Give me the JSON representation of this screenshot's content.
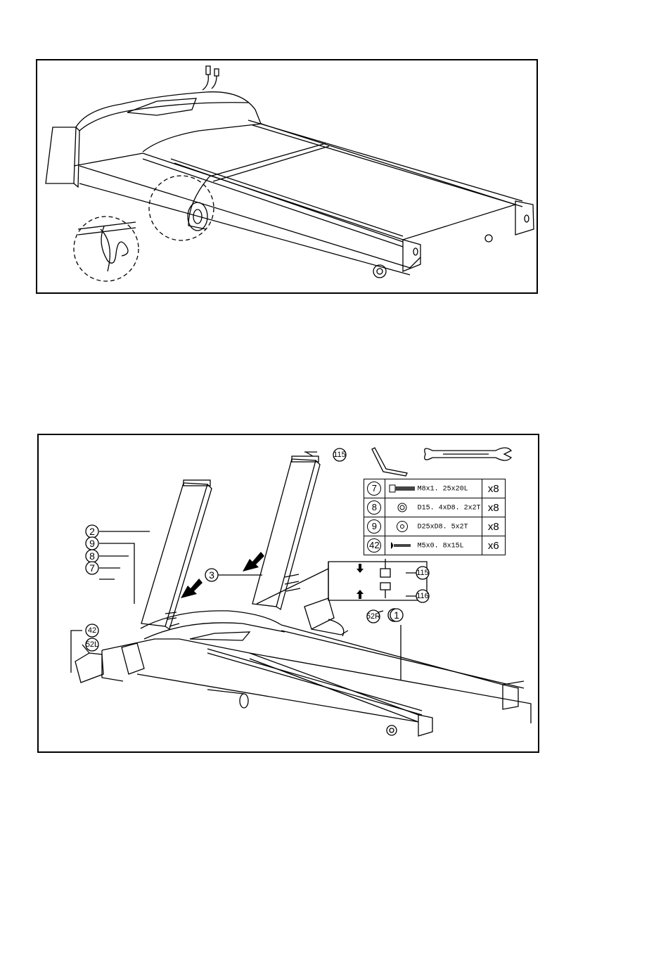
{
  "panel1": {
    "image": "treadmill-folded-with-cable-tie"
  },
  "panel2": {
    "image": "treadmill-upright-assembly",
    "callouts": {
      "c1": "1",
      "c2": "2",
      "c3": "3",
      "c7": "7",
      "c8": "8",
      "c9": "9",
      "c42": "42",
      "c52L": "52L",
      "c52R": "52R",
      "c115_top": "115",
      "c115": "115",
      "c116": "116"
    },
    "tools": [
      "allen-key-icon",
      "wrench-icon"
    ],
    "parts": [
      {
        "num": "7",
        "spec": "M8x1. 25x20L",
        "qty": "x8",
        "icon": "bolt-icon"
      },
      {
        "num": "8",
        "spec": "D15. 4xD8. 2x2T",
        "qty": "x8",
        "icon": "spring-washer-icon"
      },
      {
        "num": "9",
        "spec": "D25xD8. 5x2T",
        "qty": "x8",
        "icon": "flat-washer-icon"
      },
      {
        "num": "42",
        "spec": "M5x0. 8x15L",
        "qty": "x6",
        "icon": "screw-icon"
      }
    ]
  }
}
